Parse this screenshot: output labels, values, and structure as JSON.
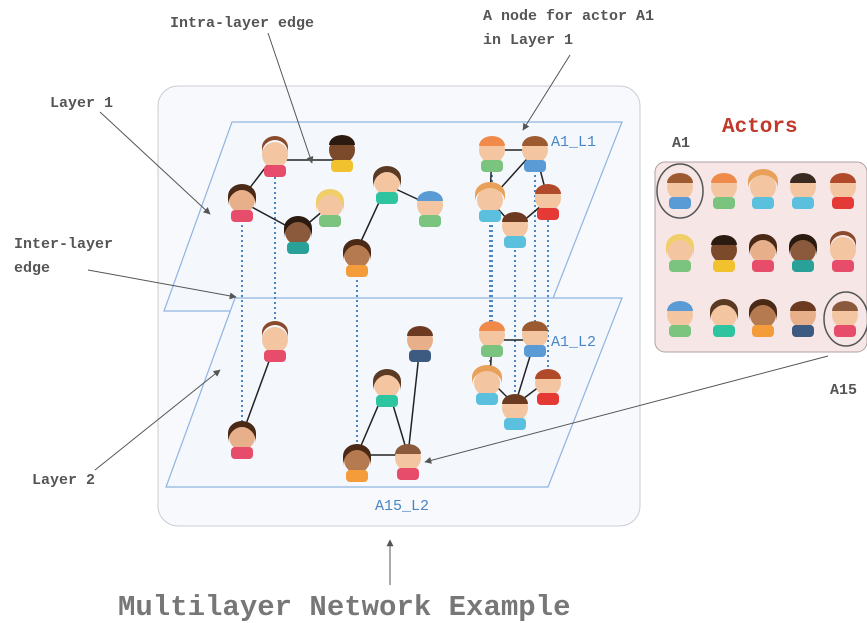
{
  "annotations": {
    "intra_layer_edge": "Intra-layer edge",
    "node_a1_line1": "A node for actor A1",
    "node_a1_line2": "in Layer 1",
    "layer1": "Layer 1",
    "inter_layer_line1": "Inter-layer",
    "inter_layer_line2": "edge",
    "layer2": "Layer 2"
  },
  "node_labels": {
    "a1_l1": "A1_L1",
    "a1_l2": "A1_L2",
    "a15_l2": "A15_L2"
  },
  "actors_panel": {
    "title": "Actors",
    "first_actor": "A1",
    "last_actor": "A15"
  },
  "caption": "Multilayer Network Example",
  "colors": {
    "layer_stroke": "#8fb4e0",
    "layer_fill": "#f4f8fd",
    "frame_fill": "#f7f9fc",
    "actors_panel_fill": "#f6e6e6",
    "edge": "#222222",
    "inter_edge": "#4a86c5",
    "label_blue": "#4a86c5",
    "actors_title": "#c0392b"
  }
}
